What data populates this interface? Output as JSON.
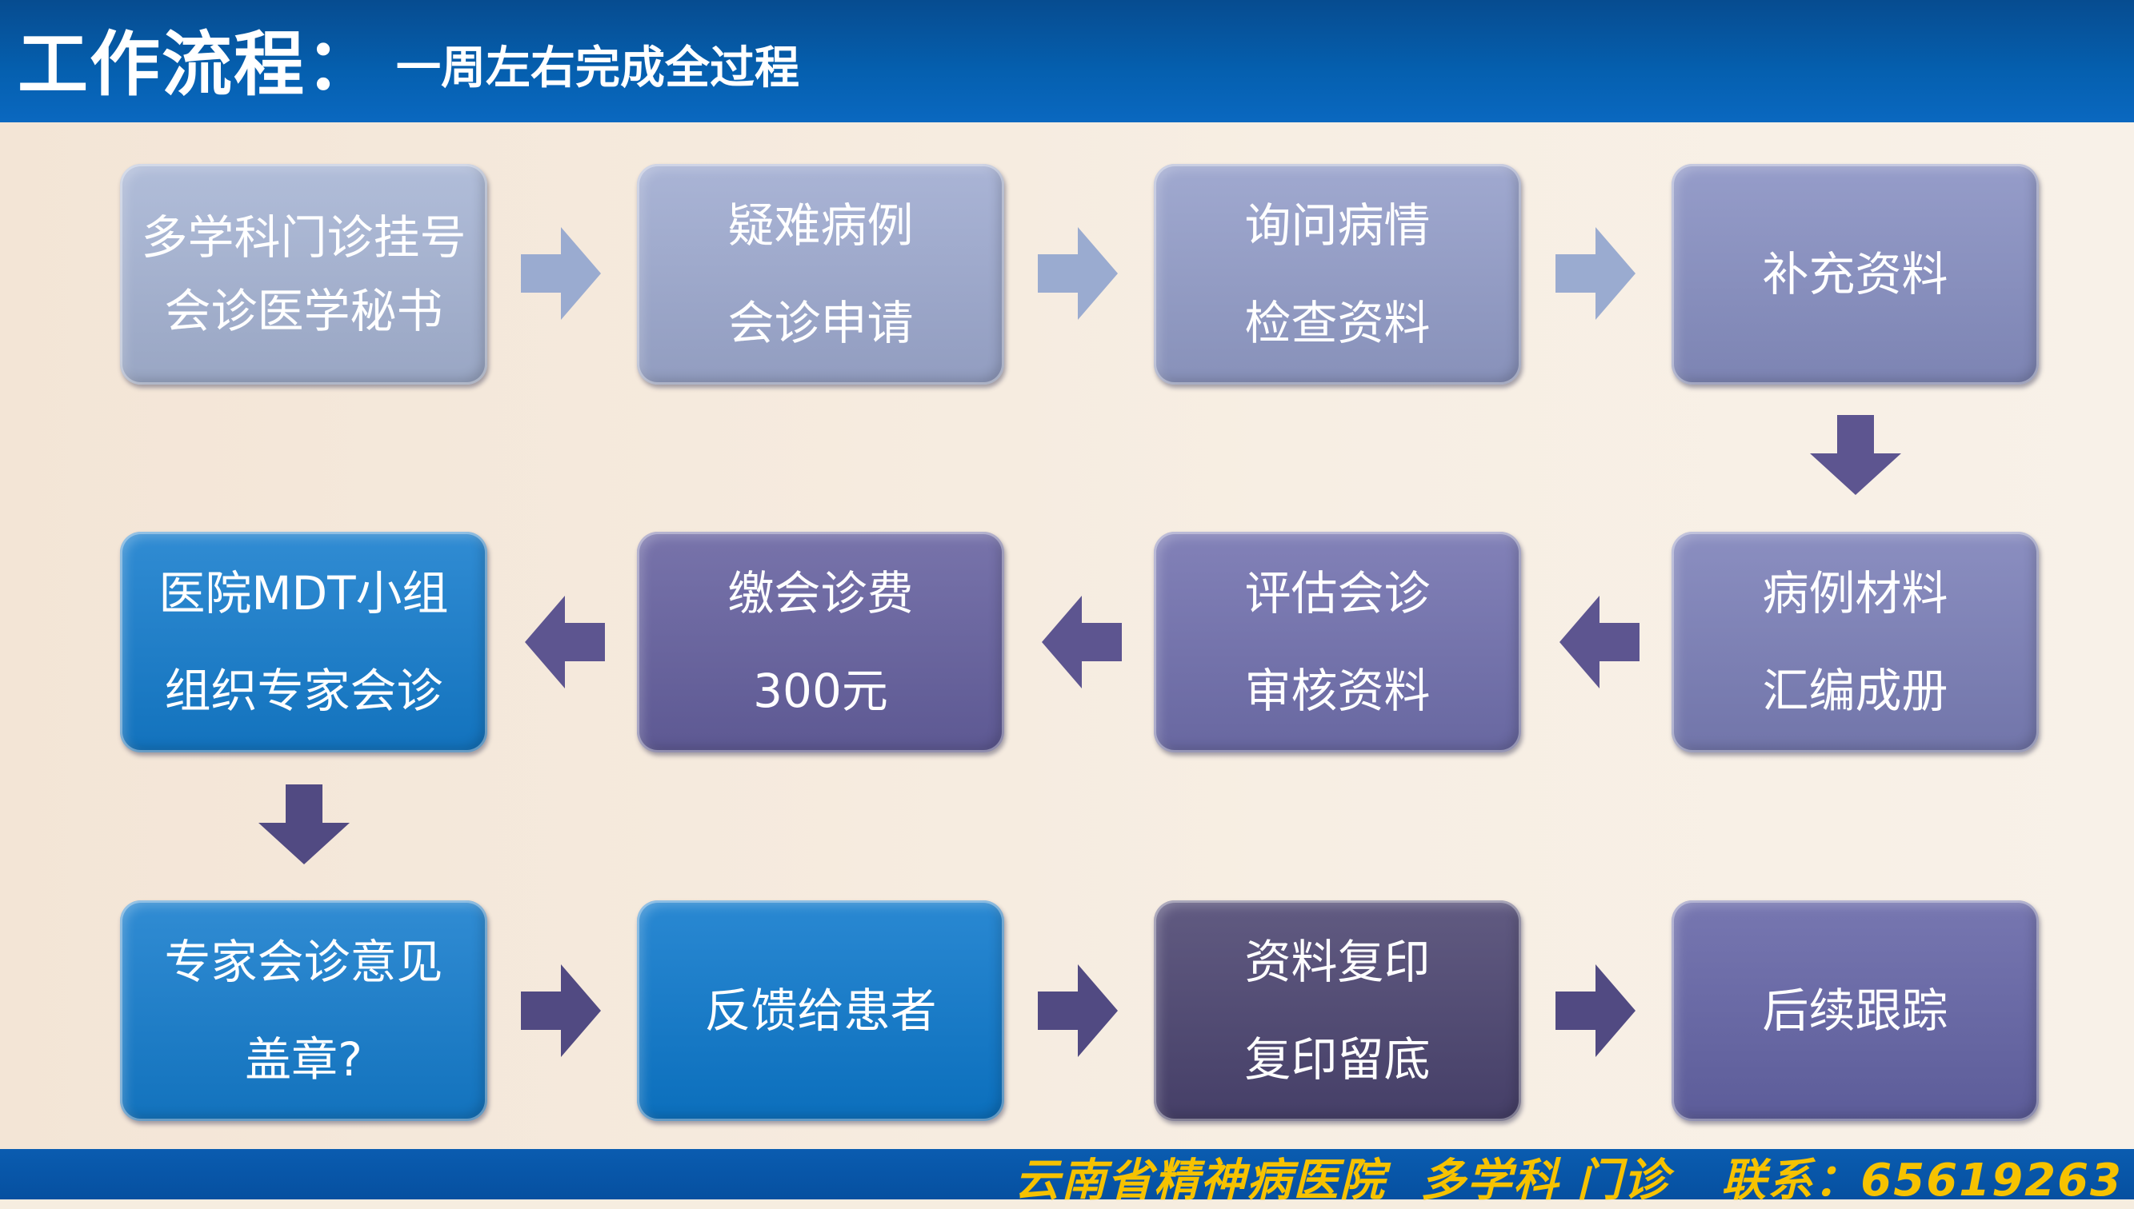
{
  "header": {
    "title": "工作流程：",
    "subtitle": "一周左右完成全过程"
  },
  "steps": [
    {
      "lines": [
        "多学科门诊挂号",
        "会诊医学秘书"
      ],
      "color": "#a6b4d4"
    },
    {
      "lines": [
        "疑难病例",
        "会诊申请"
      ],
      "color": "#9eaad0"
    },
    {
      "lines": [
        "询问病情",
        "检查资料"
      ],
      "color": "#939dc9"
    },
    {
      "lines": [
        "补充资料"
      ],
      "color": "#878fc2"
    },
    {
      "lines": [
        "病例材料",
        "汇编成册"
      ],
      "color": "#7b7fb8"
    },
    {
      "lines": [
        "评估会诊",
        "审核资料"
      ],
      "color": "#7170ae"
    },
    {
      "lines": [
        "缴会诊费",
        "300元"
      ],
      "color": "#65609f"
    },
    {
      "lines": [
        "医院MDT小组",
        "组织专家会诊"
      ],
      "color": "#147ccd"
    },
    {
      "lines": [
        "专家会诊意见",
        "盖章?"
      ],
      "color": "#147ccd"
    },
    {
      "lines": [
        "反馈给患者"
      ],
      "color": "#0c78cc"
    },
    {
      "lines": [
        "资料复印",
        "复印留底"
      ],
      "color": "#4b4470"
    },
    {
      "lines": [
        "后续跟踪"
      ],
      "color": "#6464a6"
    }
  ],
  "arrow_colors": {
    "row1": "#9aabd0",
    "row2": "#5d5590",
    "row3": "#514a82"
  },
  "footer": {
    "text": "云南省精神病医院  多学科 门诊   联系：65619263"
  }
}
